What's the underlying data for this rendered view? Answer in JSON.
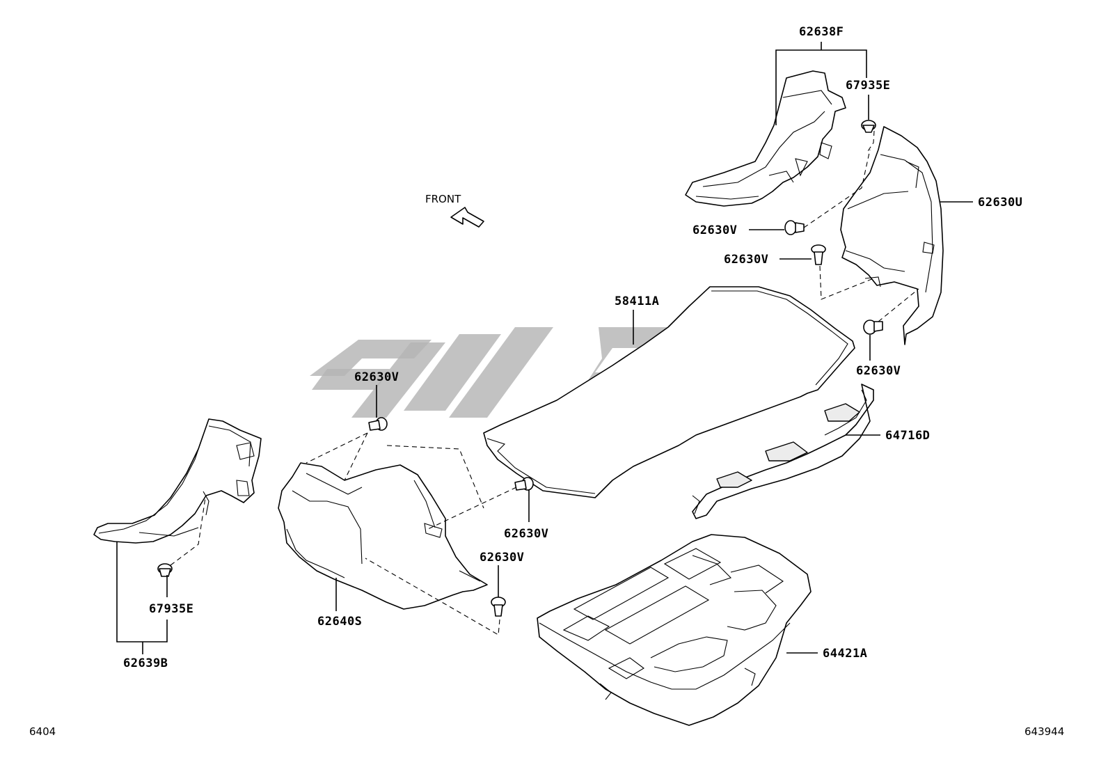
{
  "diagram": {
    "direction_label": "FRONT",
    "footer_left": "6404",
    "footer_right": "643944",
    "parts": {
      "p62638F": "62638F",
      "p67935E_top": "67935E",
      "p62630U": "62630U",
      "p62630V_a": "62630V",
      "p62630V_b": "62630V",
      "p62630V_c": "62630V",
      "p58411A": "58411A",
      "p62630V_d": "62630V",
      "p64716D": "64716D",
      "p62630V_e": "62630V",
      "p62630V_f": "62630V",
      "p67935E_bottom": "67935E",
      "p62640S": "62640S",
      "p64421A": "64421A",
      "p62639B": "62639B"
    },
    "colors": {
      "line": "#000000",
      "background": "#ffffff",
      "watermark": "#b5b5b5"
    }
  }
}
